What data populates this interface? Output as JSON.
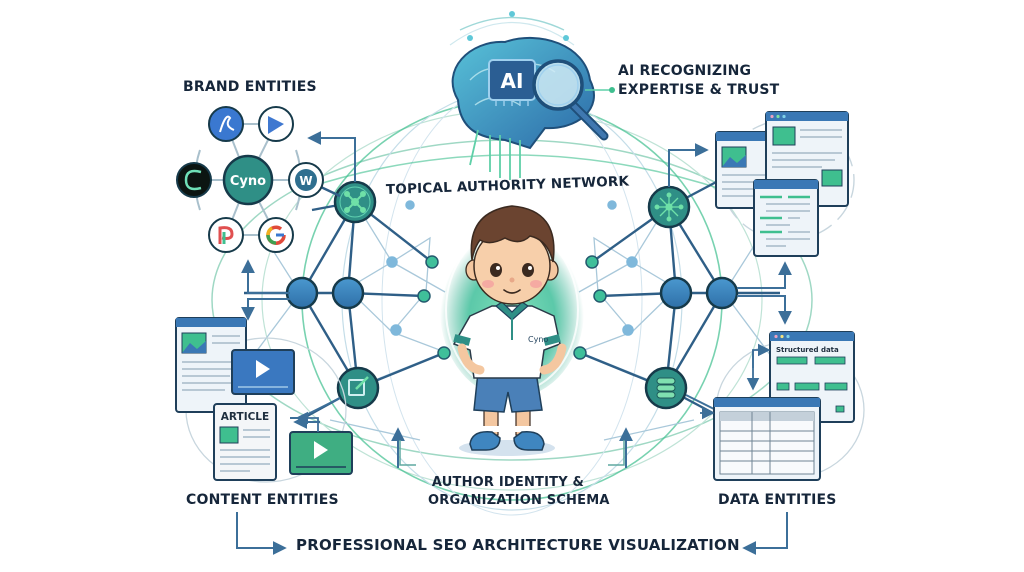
{
  "diagram": {
    "title": "TOPICAL AUTHORITY NETWORK",
    "footer": "PROFESSIONAL SEO ARCHITECTURE VISUALIZATION",
    "colors": {
      "navy_text": "#16263a",
      "node_blue": "#3f86c0",
      "node_teal": "#2f8f86",
      "accent_green": "#3fbf8f",
      "line_blue": "#3c6f99",
      "line_light": "#9fc7d9",
      "window_bar": "#3a78b5"
    },
    "top": {
      "icon": "brain-with-ai-chip-and-magnifier",
      "chip_label": "AI",
      "caption_line1": "AI RECOGNIZING",
      "caption_line2": "EXPERTISE & TRUST"
    },
    "brand_entities": {
      "label": "BRAND ENTITIES",
      "center": "Cyno",
      "logos": [
        "stylized-blue-logo",
        "green-blue-play-logo",
        "cyno-c-dark-logo",
        "wordpress-logo",
        "p-logo",
        "google-logo"
      ]
    },
    "content_entities": {
      "label": "CONTENT ENTITIES",
      "article_label": "ARTICLE",
      "items": [
        "web-page",
        "video",
        "article",
        "video"
      ]
    },
    "data_entities": {
      "label": "DATA ENTITIES",
      "structured_label": "Structured data",
      "items": [
        "structured-data-window",
        "table-window"
      ]
    },
    "web_pages": {
      "items": [
        "image-page",
        "content-page",
        "list-page"
      ]
    },
    "center": {
      "character": "boy-mascot",
      "shirt_text": "Cyno",
      "caption_line1": "AUTHOR IDENTITY &",
      "caption_line2": "ORGANIZATION SCHEMA"
    }
  }
}
